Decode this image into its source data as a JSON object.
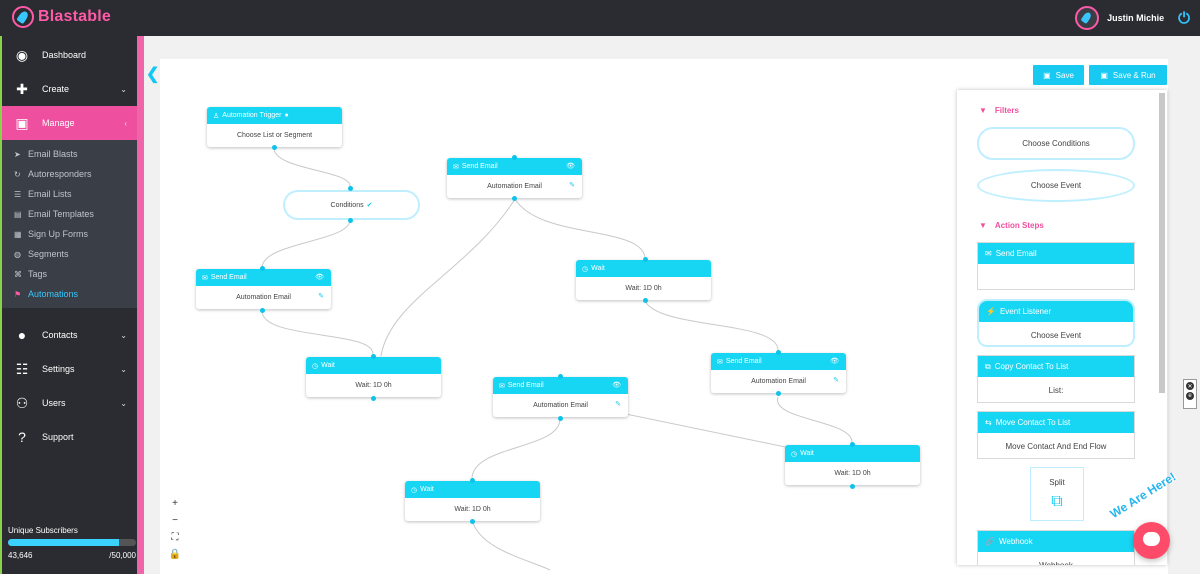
{
  "app": {
    "brand": "Blastable"
  },
  "header": {
    "user_name": "Justin Michie"
  },
  "sidebar": {
    "items": [
      {
        "label": "Dashboard",
        "icon": "dashboard-icon"
      },
      {
        "label": "Create",
        "icon": "plus-icon"
      },
      {
        "label": "Manage",
        "icon": "briefcase-icon"
      }
    ],
    "subitems": [
      {
        "label": "Email Blasts",
        "icon": "rocket-icon"
      },
      {
        "label": "Autoresponders",
        "icon": "refresh-icon"
      },
      {
        "label": "Email Lists",
        "icon": "list-icon"
      },
      {
        "label": "Email Templates",
        "icon": "template-icon"
      },
      {
        "label": "Sign Up Forms",
        "icon": "form-icon"
      },
      {
        "label": "Segments",
        "icon": "segments-icon"
      },
      {
        "label": "Tags",
        "icon": "tag-icon"
      },
      {
        "label": "Automations",
        "icon": "automation-icon"
      }
    ],
    "bottom_items": [
      {
        "label": "Contacts",
        "icon": "user-icon"
      },
      {
        "label": "Settings",
        "icon": "sliders-icon"
      },
      {
        "label": "Users",
        "icon": "users-icon"
      },
      {
        "label": "Support",
        "icon": "help-icon"
      }
    ],
    "subscribers": {
      "label": "Unique Subscribers",
      "current": "43,646",
      "max": "/50,000",
      "progress": 0.87
    }
  },
  "toolbar": {
    "save": "Save",
    "save_run": "Save & Run"
  },
  "flow": {
    "trigger": {
      "title": "Automation Trigger",
      "body": "Choose List or Segment"
    },
    "conditions": {
      "label": "Conditions"
    },
    "send_email_title": "Send Email",
    "automation_email": "Automation Email",
    "wait_title": "Wait",
    "wait_body": "Wait: 1D 0h"
  },
  "panel": {
    "filters_title": "Filters",
    "choose_conditions": "Choose Conditions",
    "choose_event": "Choose Event",
    "actions_title": "Action Steps",
    "send_email": "Send Email",
    "event_listener": "Event Listener",
    "event_body": "Choose Event",
    "copy_contact": "Copy Contact To List",
    "list": "List:",
    "move_contact": "Move Contact To List",
    "move_body": "Move Contact And End Flow",
    "split": "Split",
    "webhook": "Webhook",
    "webhook_body": "Webhook"
  },
  "chat": {
    "bubble": "We Are Here!"
  }
}
